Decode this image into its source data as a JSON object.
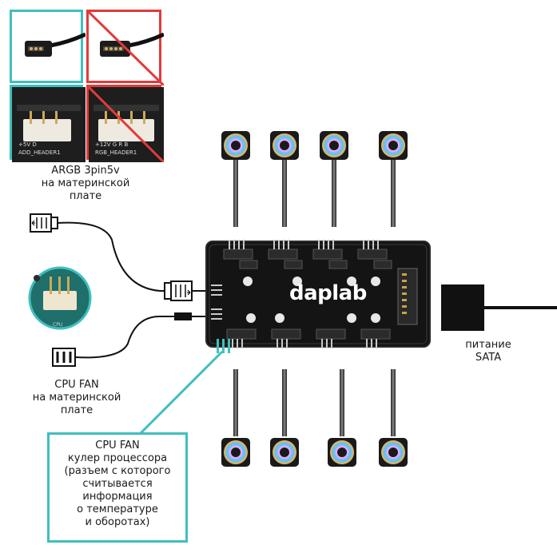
{
  "argb": {
    "label_lines": [
      "ARGB 3pin5v",
      "на материнской",
      "плате"
    ],
    "ok_header_lines": [
      "+5V D",
      "ADD_HEADER1"
    ],
    "bad_header_lines": [
      "+12V G R B",
      "RGB_HEADER1"
    ]
  },
  "cpu_fan_mb": {
    "label_lines": [
      "CPU FAN",
      "на материнской",
      "плате"
    ],
    "chip_text": "CPU"
  },
  "hub": {
    "brand": "daplab"
  },
  "sata": {
    "label_lines": [
      "питание",
      "SATA"
    ]
  },
  "callout": {
    "lines": [
      "CPU FAN",
      "кулер процессора",
      "(разъем с которого",
      "считывается",
      "информация",
      "о температуре",
      "и оборотах)"
    ]
  },
  "colors": {
    "teal": "#3fbfbf",
    "red": "#e23a3a",
    "board": "#141414"
  },
  "icons": [
    "argb-connector-icon",
    "fan-icon",
    "arrow-icon",
    "sata-connector-icon"
  ]
}
